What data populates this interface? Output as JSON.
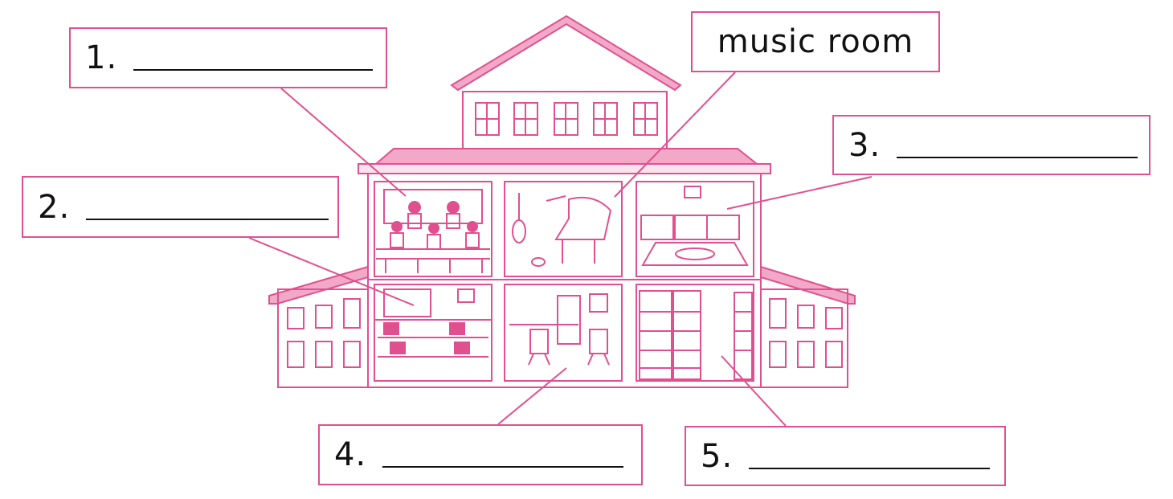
{
  "colors": {
    "accent": "#e0508f",
    "fill": "#f2a9c8",
    "pale": "#fbe3ee",
    "ink": "#111111"
  },
  "labels": [
    {
      "num": "1.",
      "text": ""
    },
    {
      "num": "",
      "text": "music room"
    },
    {
      "num": "2.",
      "text": ""
    },
    {
      "num": "3.",
      "text": ""
    },
    {
      "num": "4.",
      "text": ""
    },
    {
      "num": "5.",
      "text": ""
    }
  ]
}
